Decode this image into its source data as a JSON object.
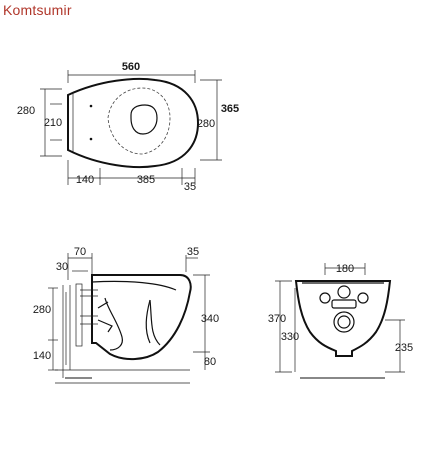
{
  "brand": {
    "name": "Komtsumir",
    "color": "#b0362a"
  },
  "top_view": {
    "overall_length": "560",
    "width_left": "280",
    "seat_width": "210",
    "width_right": "280",
    "total_width": "365",
    "rear_offset": "140",
    "fixing_distance": "385",
    "front_offset": "35"
  },
  "side_view": {
    "rear_depth": "70",
    "wall_gap": "30",
    "front_overhang": "35",
    "outlet_height": "280",
    "bottom_height": "140",
    "bowl_height": "340",
    "floor_gap": "80"
  },
  "front_view": {
    "outlet_width": "180",
    "total_height": "370",
    "inner_height": "330",
    "side_height": "235"
  }
}
